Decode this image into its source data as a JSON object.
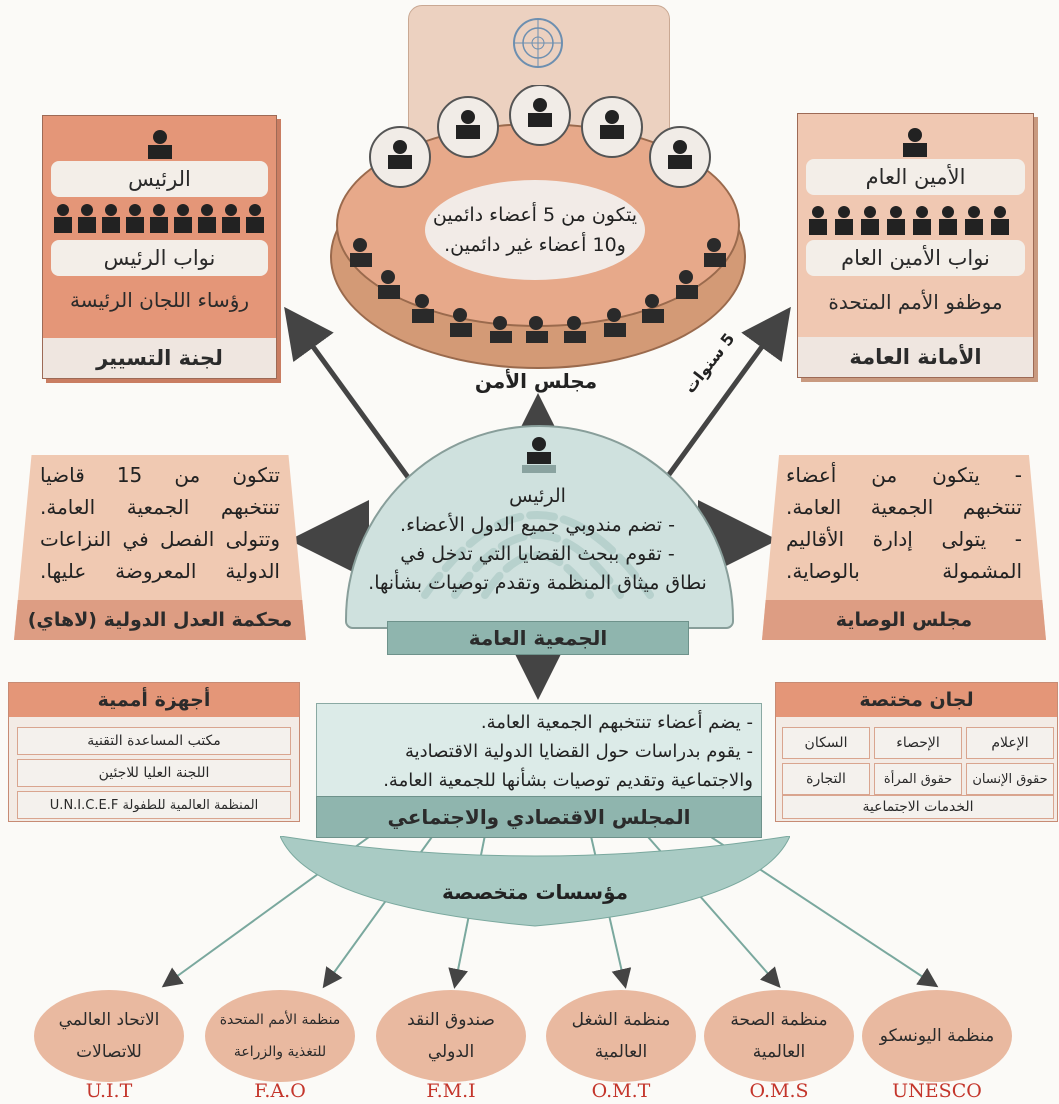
{
  "security_council": {
    "title": "مجلس الأمن",
    "desc_line1": "يتكون من 5 أعضاء دائمين",
    "desc_line2": "و10 أعضاء غير دائمين."
  },
  "general_committee": {
    "president": "الرئيس",
    "vice_presidents": "نواب الرئيس",
    "chairs": "رؤساء اللجان الرئيسة",
    "title": "لجنة التسيير"
  },
  "secretariat": {
    "secretary_general": "الأمين العام",
    "deputies": "نواب الأمين العام",
    "staff": "موظفو الأمم المتحدة",
    "title": "الأمانة العامة",
    "term_label": "5 سنوات"
  },
  "icj": {
    "lines": [
      "تتكون من 15 قاضيا",
      "تنتخبهم الجمعية العامة.",
      "وتتولى الفصل في النزاعات",
      "الدولية المعروضة عليها."
    ],
    "title": "محكمة العدل الدولية (لاهاي)"
  },
  "trusteeship": {
    "lines": [
      "- يتكون من أعضاء",
      "تنتخبهم الجمعية العامة.",
      "- يتولى إدارة الأقاليم",
      "المشمولة بالوصاية."
    ],
    "title": "مجلس الوصاية"
  },
  "general_assembly": {
    "president": "الرئيس",
    "lines": [
      "- تضم مندوبي جميع الدول الأعضاء.",
      "- تقوم ببحث القضايا التي تدخل في",
      "نطاق ميثاق المنظمة وتقدم توصيات بشأنها."
    ],
    "title": "الجمعية العامة"
  },
  "ecosoc": {
    "lines": [
      "- يضم أعضاء تنتخبهم الجمعية العامة.",
      "- يقوم بدراسات حول القضايا الدولية الاقتصادية",
      "والاجتماعية وتقديم توصيات بشأنها للجمعية العامة."
    ],
    "title": "المجلس الاقتصادي والاجتماعي"
  },
  "subsidiary_bodies": {
    "title": "أجهزة أممية",
    "items": [
      "مكتب المساعدة التقنية",
      "اللجنة العليا للاجئين",
      "المنظمة العالمية للطفولة U.N.I.C.E.F"
    ]
  },
  "commissions": {
    "title": "لجان مختصة",
    "row1": [
      "الإعلام",
      "الإحصاء",
      "السكان"
    ],
    "row2": [
      "حقوق الإنسان",
      "حقوق المرأة",
      "التجارة"
    ],
    "row3": "الخدمات الاجتماعية"
  },
  "agencies": {
    "title": "مؤسسات متخصصة",
    "items": [
      {
        "line1": "منظمة اليونسكو",
        "line2": "",
        "abbr": "UNESCO"
      },
      {
        "line1": "منظمة الصحة",
        "line2": "العالمية",
        "abbr": "O.M.S"
      },
      {
        "line1": "منظمة الشغل",
        "line2": "العالمية",
        "abbr": "O.M.T"
      },
      {
        "line1": "صندوق النقد",
        "line2": "الدولي",
        "abbr": "F.M.I"
      },
      {
        "line1": "منظمة الأمم المتحدة",
        "line2": "للتغذية والزراعة",
        "abbr": "F.A.O"
      },
      {
        "line1": "الاتحاد العالمي",
        "line2": "للاتصالات",
        "abbr": "U.I.T"
      }
    ]
  }
}
